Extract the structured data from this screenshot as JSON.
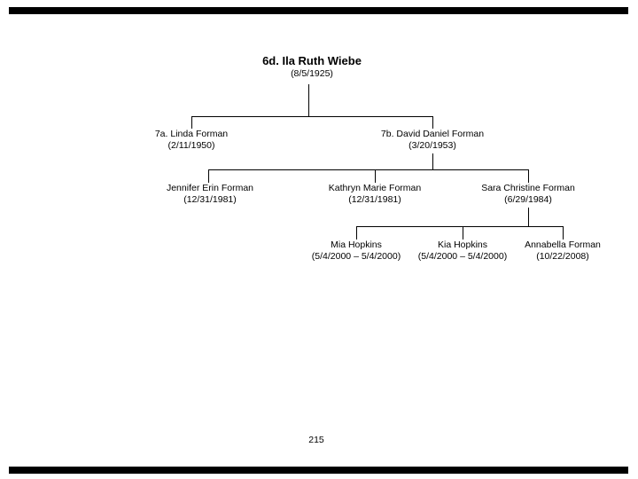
{
  "page": {
    "number": "215"
  },
  "tree": {
    "root": {
      "name": "6d. Ila Ruth Wiebe",
      "dates": "(8/5/1925)"
    },
    "gen2": [
      {
        "name": "7a. Linda Forman",
        "dates": "(2/11/1950)"
      },
      {
        "name": "7b. David Daniel Forman",
        "dates": "(3/20/1953)"
      }
    ],
    "gen3": [
      {
        "name": "Jennifer Erin Forman",
        "dates": "(12/31/1981)"
      },
      {
        "name": "Kathryn Marie Forman",
        "dates": "(12/31/1981)"
      },
      {
        "name": "Sara Christine Forman",
        "dates": "(6/29/1984)"
      }
    ],
    "gen4": [
      {
        "name": "Mia Hopkins",
        "dates": "(5/4/2000 – 5/4/2000)"
      },
      {
        "name": "Kia Hopkins",
        "dates": "(5/4/2000 – 5/4/2000)"
      },
      {
        "name": "Annabella Forman",
        "dates": "(10/22/2008)"
      }
    ]
  },
  "colors": {
    "background": "#ffffff",
    "text": "#000000",
    "line": "#000000",
    "border_bar": "#000000"
  }
}
